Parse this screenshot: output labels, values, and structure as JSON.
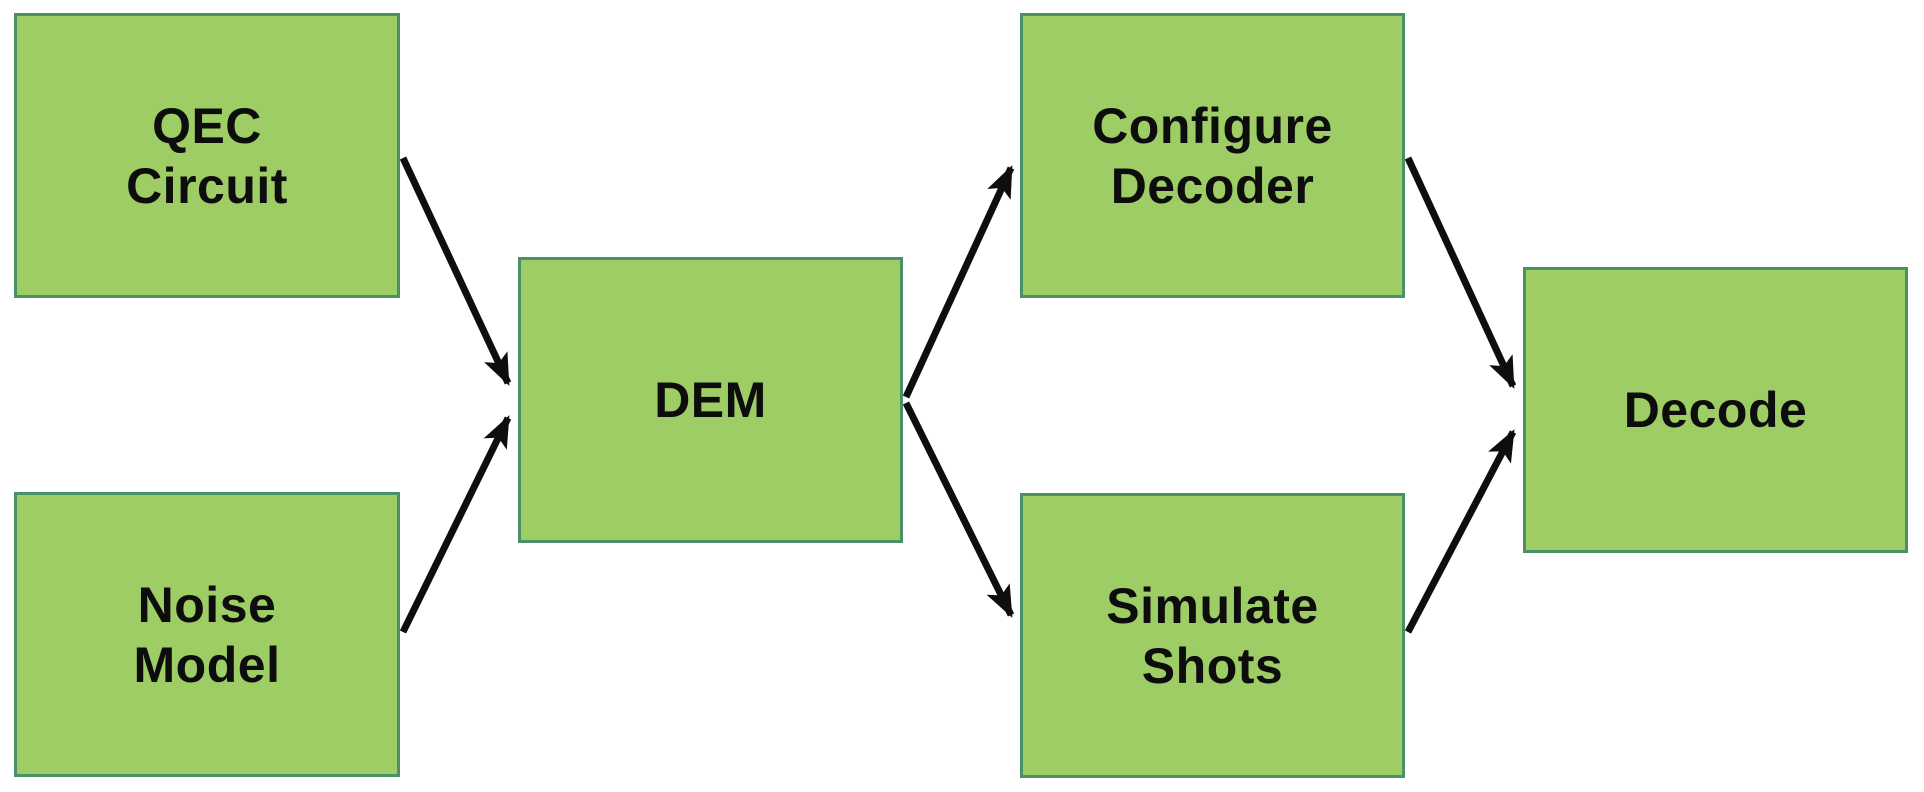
{
  "diagram": {
    "title": "QEC decoding pipeline flowchart",
    "nodes": [
      {
        "id": "qec-circuit",
        "label": "QEC Circuit",
        "lines": [
          "QEC",
          "Circuit"
        ]
      },
      {
        "id": "noise-model",
        "label": "Noise Model",
        "lines": [
          "Noise",
          "Model"
        ]
      },
      {
        "id": "dem",
        "label": "DEM",
        "lines": [
          "DEM"
        ]
      },
      {
        "id": "configure-decoder",
        "label": "Configure Decoder",
        "lines": [
          "Configure",
          "Decoder"
        ]
      },
      {
        "id": "simulate-shots",
        "label": "Simulate Shots",
        "lines": [
          "Simulate",
          "Shots"
        ]
      },
      {
        "id": "decode",
        "label": "Decode",
        "lines": [
          "Decode"
        ]
      }
    ],
    "edges": [
      {
        "from": "qec-circuit",
        "to": "dem"
      },
      {
        "from": "noise-model",
        "to": "dem"
      },
      {
        "from": "dem",
        "to": "configure-decoder"
      },
      {
        "from": "dem",
        "to": "simulate-shots"
      },
      {
        "from": "configure-decoder",
        "to": "decode"
      },
      {
        "from": "simulate-shots",
        "to": "decode"
      }
    ],
    "colors": {
      "node_fill": "#9ecd65",
      "node_border": "#4b9166",
      "arrow": "#0e0e0e",
      "text": "#0d0d0d",
      "background": "#ffffff"
    }
  }
}
